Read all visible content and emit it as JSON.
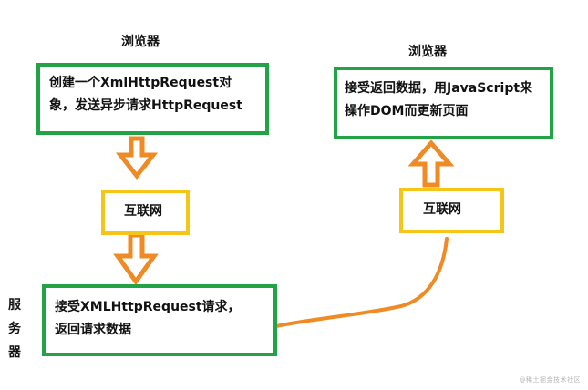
{
  "labels": {
    "browser_left": "浏览器",
    "browser_right": "浏览器",
    "server_chars": [
      "服",
      "务",
      "器"
    ]
  },
  "boxes": {
    "create_request": {
      "lines": [
        "创建一个XmlHttpRequest对",
        "象，发送异步请求HttpRequest"
      ]
    },
    "internet_left": "互联网",
    "server_receive": {
      "lines": [
        "接受XMLHttpRequest请求，",
        "返回请求数据"
      ]
    },
    "internet_right": "互联网",
    "browser_update": {
      "lines": [
        "接受返回数据，用JavaScript来",
        "操作DOM而更新页面"
      ]
    }
  },
  "watermark": "@稀土掘金技术社区",
  "colors": {
    "flow_box_border": "#21a346",
    "network_box_border": "#f5c518",
    "arrow_fill": "#ffffff",
    "arrow_stroke": "#f08a24",
    "connector": "#f08a24"
  }
}
